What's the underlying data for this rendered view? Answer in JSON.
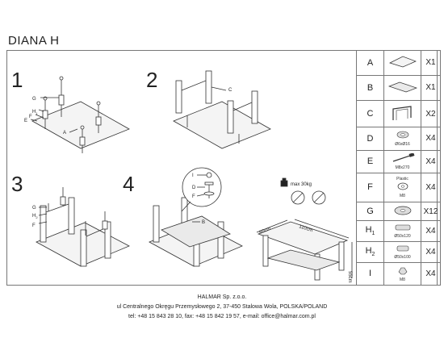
{
  "title": "DIANA H",
  "steps": [
    "1",
    "2",
    "3",
    "4"
  ],
  "step1_labels": {
    "G": "G",
    "H1": "H",
    "H1_sub": "1",
    "F": "F",
    "E": "E",
    "A": "A"
  },
  "step2_labels": {
    "C": "C"
  },
  "step3_labels": {
    "G": "G",
    "H2": "H",
    "H2_sub": "2",
    "F": "F"
  },
  "step4_labels": {
    "I": "I",
    "D": "D",
    "F": "F",
    "B": "B"
  },
  "weight_label": "max 30kg",
  "dimensions": {
    "length": "110cm",
    "width": "60cm",
    "height": "55cm"
  },
  "parts": [
    {
      "letter": "A",
      "sub": "",
      "qty": "X1",
      "spec": "",
      "icon": "glass-top-icon"
    },
    {
      "letter": "B",
      "sub": "",
      "qty": "X1",
      "spec": "",
      "icon": "glass-shelf-icon"
    },
    {
      "letter": "C",
      "sub": "",
      "qty": "X2",
      "spec": "",
      "icon": "leg-frame-icon"
    },
    {
      "letter": "D",
      "sub": "",
      "qty": "X4",
      "spec": "Ø6xØ16",
      "icon": "washer-icon"
    },
    {
      "letter": "E",
      "sub": "",
      "qty": "X4",
      "spec": "M8x270",
      "icon": "bolt-icon"
    },
    {
      "letter": "F",
      "sub": "",
      "qty": "X4",
      "spec": "M8",
      "spec_top": "Plastic",
      "icon": "plastic-nut-icon"
    },
    {
      "letter": "G",
      "sub": "",
      "qty": "X12",
      "spec": "",
      "icon": "suction-pad-icon"
    },
    {
      "letter": "H",
      "sub": "1",
      "qty": "X4",
      "spec": "Ø50x120",
      "icon": "spacer-long-icon"
    },
    {
      "letter": "H",
      "sub": "2",
      "qty": "X4",
      "spec": "Ø50x100",
      "icon": "spacer-short-icon"
    },
    {
      "letter": "I",
      "sub": "",
      "qty": "X4",
      "spec": "M8",
      "icon": "cap-nut-icon"
    }
  ],
  "footer": {
    "company": "HALMAR Sp. z.o.o.",
    "address": "ul Centralnego Okręgu Przemysłowego 2, 37-450 Stalowa Wola, POLSKA/POLAND",
    "contact": "tel: +48 15 843 28 10, fax: +48 15 842 19 57, e-mail: office@halmar.com.pl"
  }
}
